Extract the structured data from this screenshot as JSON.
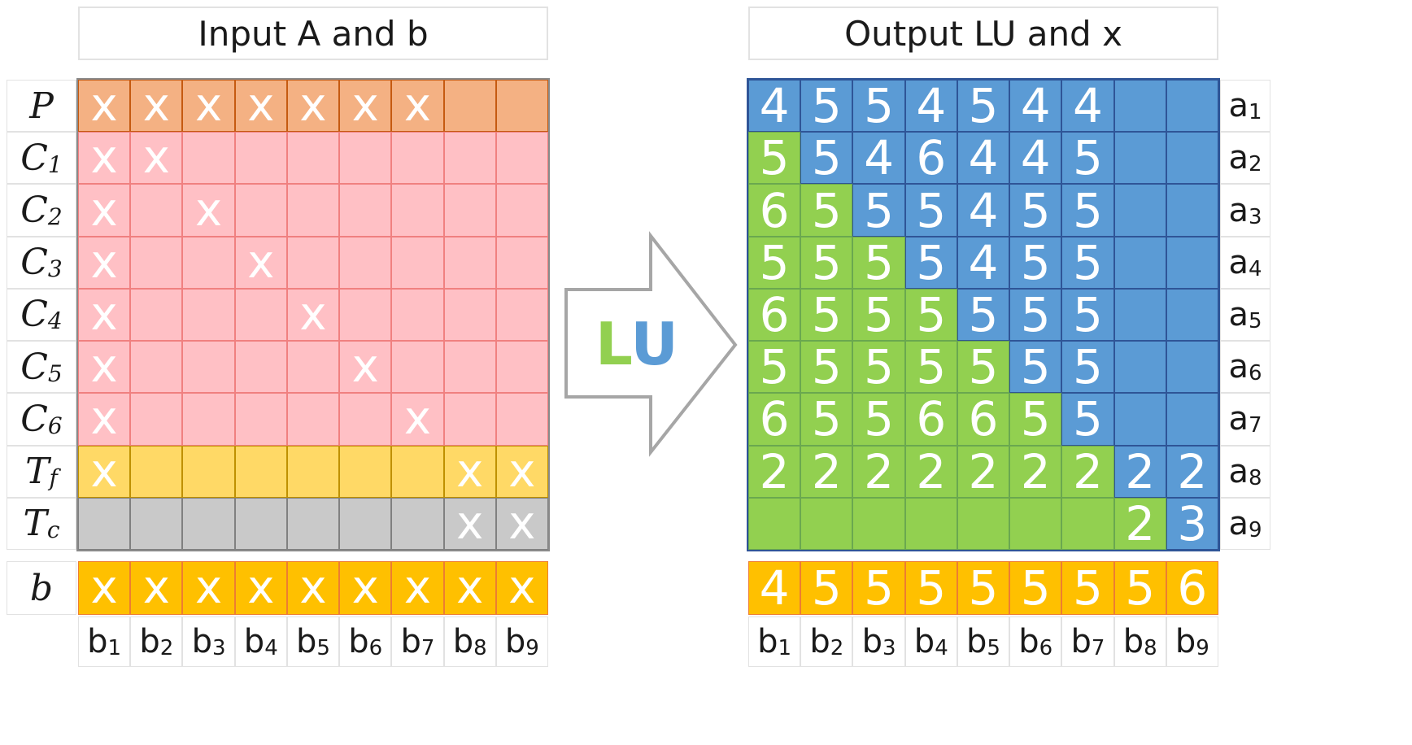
{
  "titles": {
    "input": "Input A and b",
    "output": "Output LU and x"
  },
  "arrow_label": {
    "l": "L",
    "u": "U"
  },
  "colors": {
    "p_row": "#f4b183",
    "p_border": "#c55a11",
    "c_rows": "#ffc0c5",
    "c_border": "#f08080",
    "tf_row": "#ffd966",
    "tf_border": "#bf9000",
    "tc_row": "#c9c9c9",
    "tc_border": "#808080",
    "b_row": "#ffc000",
    "b_border": "#ed7d31",
    "upper": "#5b9bd5",
    "lower": "#92d050",
    "grid_line": "#2f5597",
    "l_letter": "#92d050",
    "u_letter": "#5b9bd5",
    "arrow_stroke": "#a6a6a6"
  },
  "input_rows": [
    {
      "name": "P",
      "sub": "",
      "kind": "p",
      "cells": [
        "x",
        "x",
        "x",
        "x",
        "x",
        "x",
        "x",
        "",
        ""
      ]
    },
    {
      "name": "C",
      "sub": "1",
      "kind": "c",
      "cells": [
        "x",
        "x",
        "",
        "",
        "",
        "",
        "",
        "",
        ""
      ]
    },
    {
      "name": "C",
      "sub": "2",
      "kind": "c",
      "cells": [
        "x",
        "",
        "x",
        "",
        "",
        "",
        "",
        "",
        ""
      ]
    },
    {
      "name": "C",
      "sub": "3",
      "kind": "c",
      "cells": [
        "x",
        "",
        "",
        "x",
        "",
        "",
        "",
        "",
        ""
      ]
    },
    {
      "name": "C",
      "sub": "4",
      "kind": "c",
      "cells": [
        "x",
        "",
        "",
        "",
        "x",
        "",
        "",
        "",
        ""
      ]
    },
    {
      "name": "C",
      "sub": "5",
      "kind": "c",
      "cells": [
        "x",
        "",
        "",
        "",
        "",
        "x",
        "",
        "",
        ""
      ]
    },
    {
      "name": "C",
      "sub": "6",
      "kind": "c",
      "cells": [
        "x",
        "",
        "",
        "",
        "",
        "",
        "x",
        "",
        ""
      ]
    },
    {
      "name": "T",
      "sub": "f",
      "kind": "tf",
      "cells": [
        "x",
        "",
        "",
        "",
        "",
        "",
        "",
        "x",
        "x"
      ]
    },
    {
      "name": "T",
      "sub": "c",
      "kind": "tc",
      "cells": [
        "",
        "",
        "",
        "",
        "",
        "",
        "",
        "x",
        "x"
      ]
    }
  ],
  "b_row": {
    "name": "b",
    "cells": [
      "x",
      "x",
      "x",
      "x",
      "x",
      "x",
      "x",
      "x",
      "x"
    ]
  },
  "b_labels": [
    {
      "base": "b",
      "sub": "1"
    },
    {
      "base": "b",
      "sub": "2"
    },
    {
      "base": "b",
      "sub": "3"
    },
    {
      "base": "b",
      "sub": "4"
    },
    {
      "base": "b",
      "sub": "5"
    },
    {
      "base": "b",
      "sub": "6"
    },
    {
      "base": "b",
      "sub": "7"
    },
    {
      "base": "b",
      "sub": "8"
    },
    {
      "base": "b",
      "sub": "9"
    }
  ],
  "output_rows": [
    {
      "label": {
        "base": "a",
        "sub": "1"
      },
      "cells": [
        "4",
        "5",
        "5",
        "4",
        "5",
        "4",
        "4",
        "",
        ""
      ],
      "lower_count": 0
    },
    {
      "label": {
        "base": "a",
        "sub": "2"
      },
      "cells": [
        "5",
        "5",
        "4",
        "6",
        "4",
        "4",
        "5",
        "",
        ""
      ],
      "lower_count": 1
    },
    {
      "label": {
        "base": "a",
        "sub": "3"
      },
      "cells": [
        "6",
        "5",
        "5",
        "5",
        "4",
        "5",
        "5",
        "",
        ""
      ],
      "lower_count": 2
    },
    {
      "label": {
        "base": "a",
        "sub": "4"
      },
      "cells": [
        "5",
        "5",
        "5",
        "5",
        "4",
        "5",
        "5",
        "",
        ""
      ],
      "lower_count": 3
    },
    {
      "label": {
        "base": "a",
        "sub": "5"
      },
      "cells": [
        "6",
        "5",
        "5",
        "5",
        "5",
        "5",
        "5",
        "",
        ""
      ],
      "lower_count": 4
    },
    {
      "label": {
        "base": "a",
        "sub": "6"
      },
      "cells": [
        "5",
        "5",
        "5",
        "5",
        "5",
        "5",
        "5",
        "",
        ""
      ],
      "lower_count": 5
    },
    {
      "label": {
        "base": "a",
        "sub": "7"
      },
      "cells": [
        "6",
        "5",
        "5",
        "6",
        "6",
        "5",
        "5",
        "",
        ""
      ],
      "lower_count": 6
    },
    {
      "label": {
        "base": "a",
        "sub": "8"
      },
      "cells": [
        "2",
        "2",
        "2",
        "2",
        "2",
        "2",
        "2",
        "2",
        "2"
      ],
      "lower_count": 7
    },
    {
      "label": {
        "base": "a",
        "sub": "9"
      },
      "cells": [
        "",
        "",
        "",
        "",
        "",
        "",
        "",
        "2",
        "3"
      ],
      "lower_count": 8
    }
  ],
  "x_row": [
    "4",
    "5",
    "5",
    "5",
    "5",
    "5",
    "5",
    "5",
    "6"
  ]
}
